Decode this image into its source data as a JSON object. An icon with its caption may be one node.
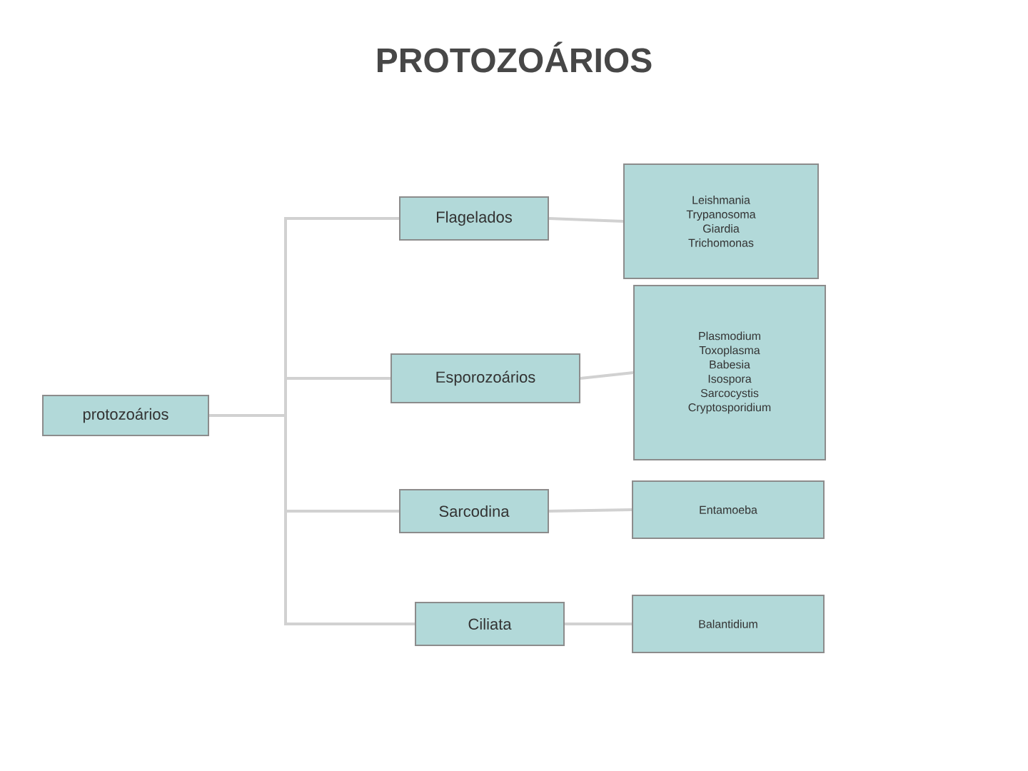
{
  "diagram": {
    "title": "PROTOZOÁRIOS",
    "nodes": [
      {
        "text": [
          "protozoários"
        ]
      },
      {
        "text": [
          "Flagelados"
        ]
      },
      {
        "text": [
          "Esporozoários"
        ]
      },
      {
        "text": [
          "Sarcodina"
        ]
      },
      {
        "text": [
          "Ciliata"
        ]
      },
      {
        "text": [
          "Leishmania",
          "Trypanosoma",
          "Giardia",
          "Trichomonas"
        ]
      },
      {
        "text": [
          "Plasmodium",
          "Toxoplasma",
          "Babesia",
          "Isospora",
          "Sarcocystis",
          "Cryptosporidium"
        ]
      },
      {
        "text": [
          "Entamoeba"
        ]
      },
      {
        "text": [
          "Balantidium"
        ]
      }
    ],
    "edges": [
      {
        "from": 0,
        "to": 1,
        "arrow": "none"
      },
      {
        "from": 0,
        "to": 2,
        "arrow": "none"
      },
      {
        "from": 0,
        "to": 3,
        "arrow": "none"
      },
      {
        "from": 0,
        "to": 4,
        "arrow": "none"
      },
      {
        "from": 1,
        "to": 5,
        "arrow": "none"
      },
      {
        "from": 2,
        "to": 6,
        "arrow": "none"
      },
      {
        "from": 3,
        "to": 7,
        "arrow": "none"
      },
      {
        "from": 4,
        "to": 8,
        "arrow": "none"
      }
    ]
  }
}
